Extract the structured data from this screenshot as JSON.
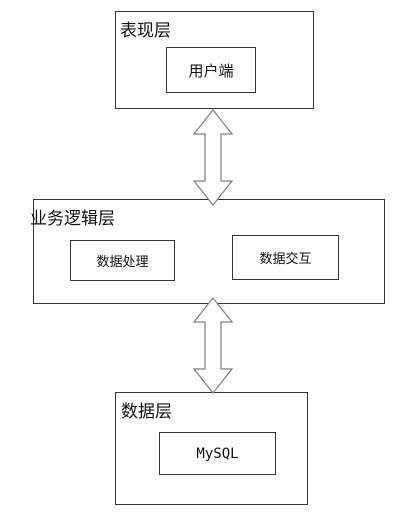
{
  "presentation_layer": {
    "title": "表现层",
    "client_label": "用户端"
  },
  "business_layer": {
    "title": "业务逻辑层",
    "data_processing_label": "数据处理",
    "data_interaction_label": "数据交互"
  },
  "data_layer": {
    "title": "数据层",
    "database_label": "MySQL"
  },
  "colors": {
    "border": "#333333",
    "arrow_stroke": "#7f7f7f",
    "arrow_fill": "#ffffff"
  },
  "icons": [
    "double-headed-arrow-icon",
    "double-headed-arrow-icon"
  ]
}
